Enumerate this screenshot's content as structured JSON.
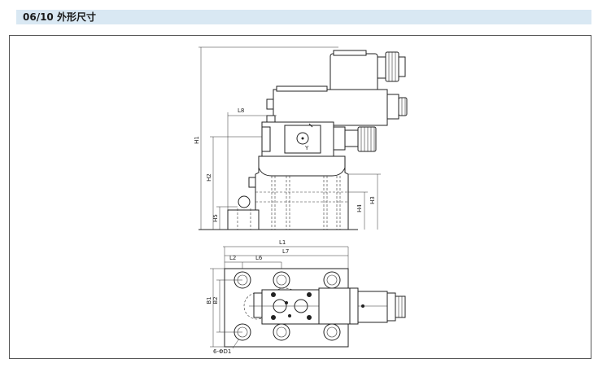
{
  "header": {
    "title": "06/10 外形尺寸"
  },
  "dimensions": {
    "h1": "H1",
    "h2": "H2",
    "h3": "H3",
    "h4": "H4",
    "h5": "H5",
    "l8": "L8",
    "y": "Y",
    "l1": "L1",
    "l7": "L7",
    "l2": "L2",
    "l6": "L6",
    "b1": "B1",
    "b2": "B2",
    "d1": "6-ΦD1"
  }
}
